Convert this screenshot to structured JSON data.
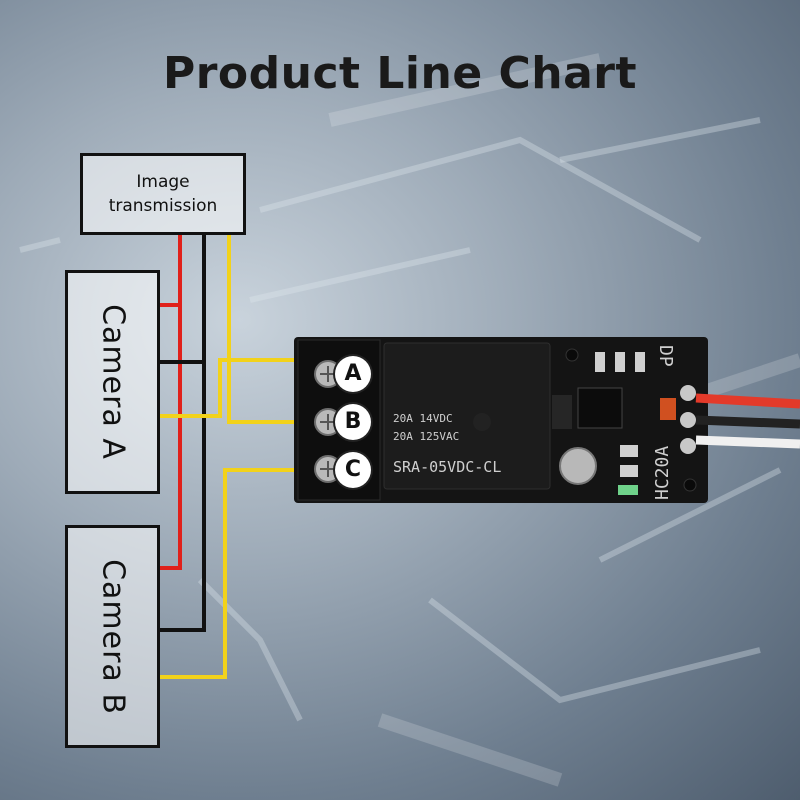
{
  "title": "Product Line Chart",
  "boxes": {
    "image_transmission": "Image\ntransmission",
    "camera_a": "Camera A",
    "camera_b": "Camera B"
  },
  "terminals": [
    "A",
    "B",
    "C"
  ],
  "relay_text": {
    "line1": "20A  14VDC",
    "line2": "20A  125VAC",
    "model": "SRA-05VDC-CL"
  },
  "board_text": {
    "dp": "DP",
    "model": "HC20A"
  },
  "colors": {
    "red_wire": "#e0201a",
    "black_wire": "#111111",
    "yellow_wire": "#f2d21a",
    "board": "#141414"
  }
}
